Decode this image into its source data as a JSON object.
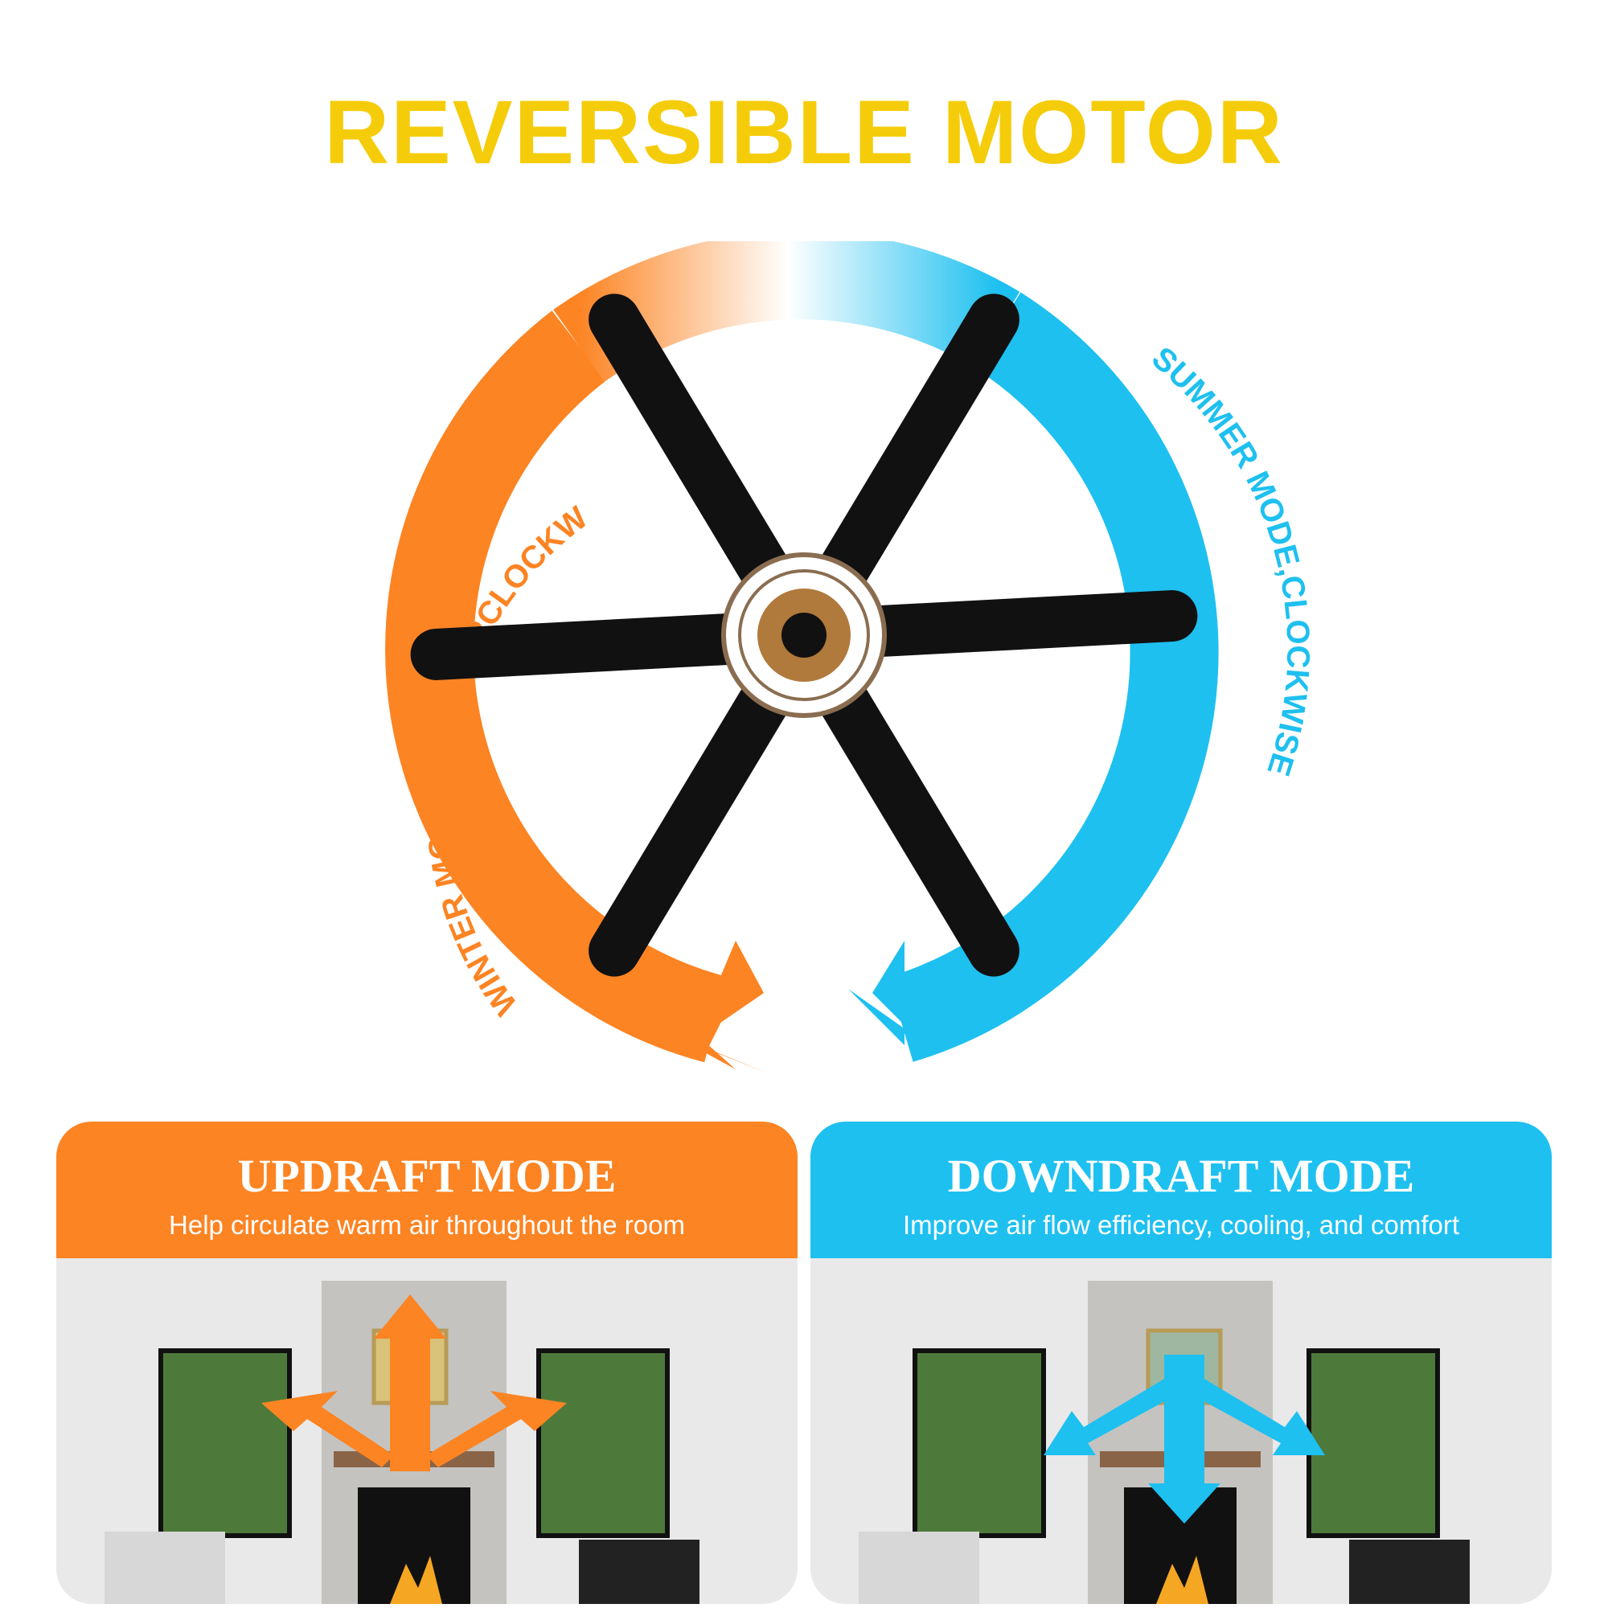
{
  "title": "REVERSIBLE MOTOR",
  "winter_label": "WINTER MODE,COUNTERCLOCKWISE",
  "summer_label": "SUMMER MODE,CLOCKWISE",
  "colors": {
    "title": "#f5cc0a",
    "orange": "#fc8423",
    "blue": "#1ec0f0",
    "blade": "#111111",
    "hub": "#b07a3c"
  },
  "panels": [
    {
      "title": "UPDRAFT MODE",
      "subtitle": "Help circulate warm air throughout the room",
      "color": "#fc8423",
      "arrow_icon": "updraft-arrows-icon"
    },
    {
      "title": "DOWNDRAFT MODE",
      "subtitle": "Improve air flow efficiency, cooling, and comfort",
      "color": "#1ec0f0",
      "arrow_icon": "downdraft-arrows-icon"
    }
  ]
}
